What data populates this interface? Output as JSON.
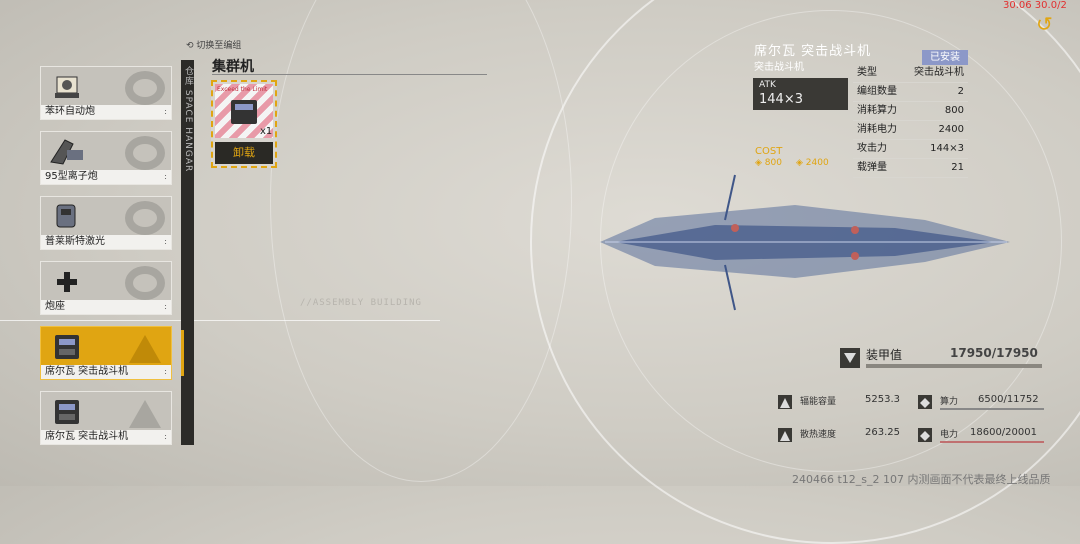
{
  "left_list": {
    "items": [
      {
        "label": "苯环自动炮",
        "selected": false
      },
      {
        "label": "95型离子炮",
        "selected": false
      },
      {
        "label": "普莱斯特激光",
        "selected": false
      },
      {
        "label": "炮座",
        "selected": false
      },
      {
        "label": "席尔瓦 突击战斗机",
        "selected": true
      },
      {
        "label": "席尔瓦 突击战斗机",
        "selected": false
      }
    ],
    "dot": ":"
  },
  "rail": {
    "text": "仓库 SPACE HANGAR"
  },
  "switch_label": "切换至编组",
  "tab": {
    "title": "集群机"
  },
  "card": {
    "tag": "Exceed the Limit",
    "count": "x1",
    "unload_label": "卸载"
  },
  "assembly_text": "//ASSEMBLY BUILDING",
  "ship": {
    "name": "席尔瓦 突击战斗机",
    "subtitle": "突击战斗机",
    "badge": "已安装",
    "atk_label": "ATK",
    "atk_value": "144×3",
    "cost_label": "COST",
    "cost_values": [
      "800",
      "2400"
    ],
    "info": [
      {
        "k": "类型",
        "v": "突击战斗机"
      },
      {
        "k": "编组数量",
        "v": "2"
      },
      {
        "k": "消耗算力",
        "v": "800"
      },
      {
        "k": "消耗电力",
        "v": "2400"
      },
      {
        "k": "攻击力",
        "v": "144×3"
      },
      {
        "k": "载弹量",
        "v": "21"
      }
    ]
  },
  "armor": {
    "label": "装甲值",
    "value": "17950/17950"
  },
  "stats": {
    "storage_label": "辐能容量",
    "storage_value": "5253.3",
    "compute_label": "算力",
    "compute_value": "6500/11752",
    "heat_label": "散热速度",
    "heat_value": "263.25",
    "power_label": "电力",
    "power_value": "18600/20001"
  },
  "footer": "240466 t12_s_2 107 内测画面不代表最终上线品质",
  "fps": "30.06 30.0/2",
  "back_icon": "back-arrow-icon",
  "colors": {
    "accent": "#e0a512",
    "badge": "#8c98c8",
    "dark": "#3a3935"
  }
}
